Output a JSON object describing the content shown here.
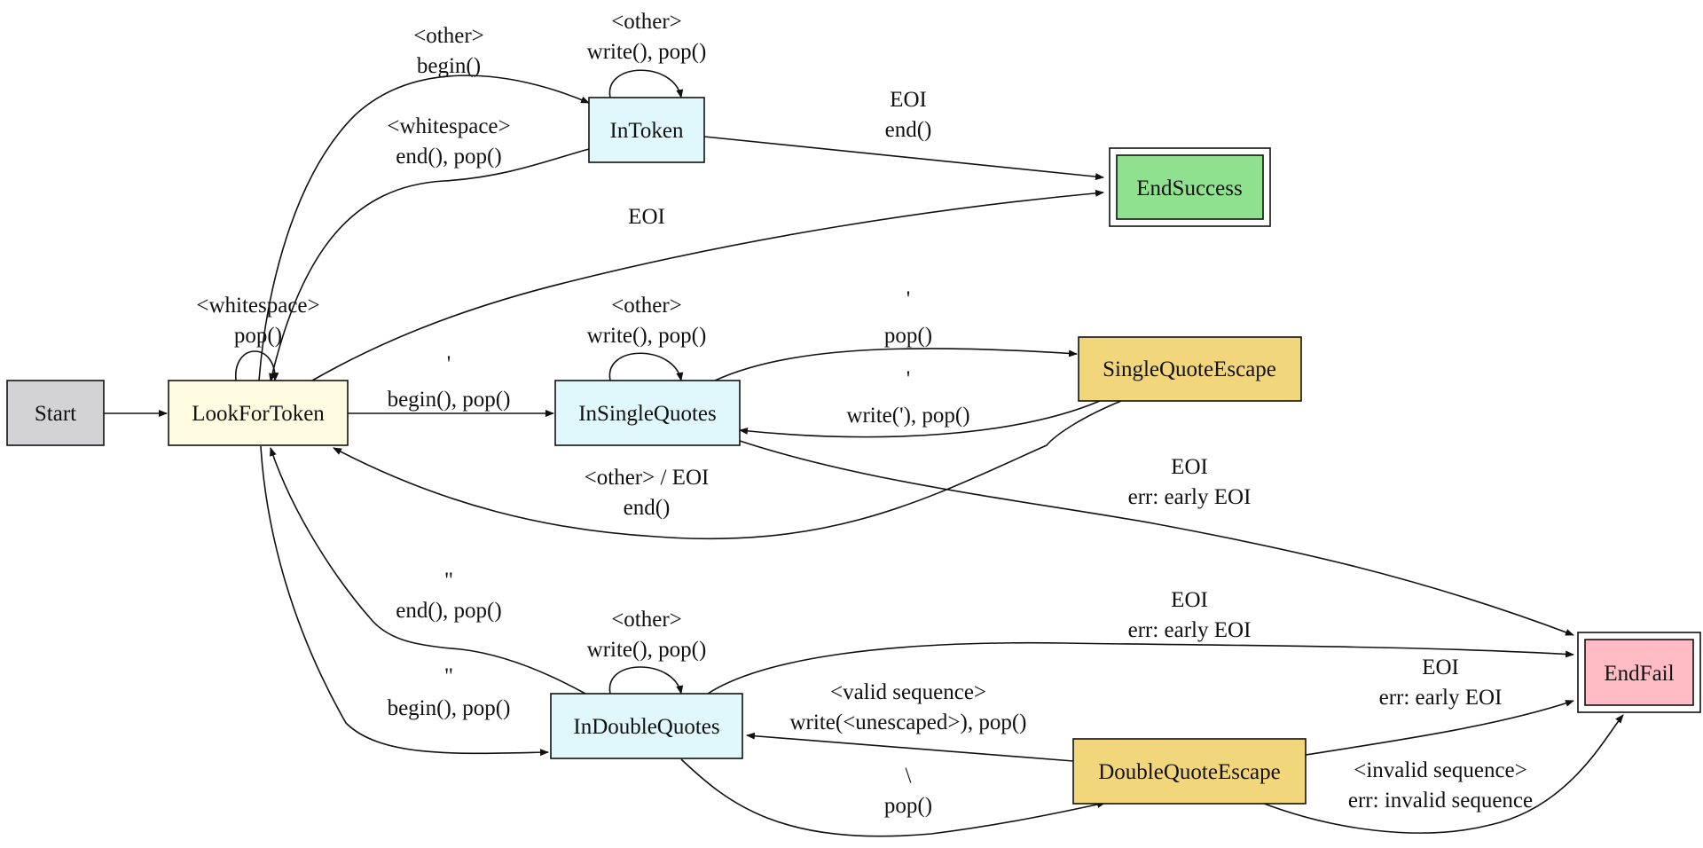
{
  "colors": {
    "start": "#d3d3d6",
    "look": "#fffbe0",
    "state": "#e0f8fc",
    "escape": "#f2d67c",
    "success": "#8fe08f",
    "fail": "#ffbcc5"
  },
  "nodes": {
    "start": "Start",
    "look": "LookForToken",
    "intoken": "InToken",
    "insingle": "InSingleQuotes",
    "indouble": "InDoubleQuotes",
    "sqesc": "SingleQuoteEscape",
    "dqesc": "DoubleQuoteEscape",
    "success": "EndSuccess",
    "fail": "EndFail"
  },
  "edges": {
    "look_intoken": [
      "<other>",
      "begin()"
    ],
    "intoken_look": [
      "<whitespace>",
      "end(), pop()"
    ],
    "intoken_loop": [
      "<other>",
      "write(), pop()"
    ],
    "intoken_success": [
      "EOI",
      "end()"
    ],
    "look_success": [
      "EOI"
    ],
    "look_loop": [
      "<whitespace>",
      "pop()"
    ],
    "look_insingle": [
      "'",
      "begin(), pop()"
    ],
    "insingle_loop": [
      "<other>",
      "write(), pop()"
    ],
    "insingle_sqesc": [
      "'",
      "pop()"
    ],
    "sqesc_insingle": [
      "'",
      "write('), pop()"
    ],
    "sqesc_look": [
      "<other> / EOI",
      "end()"
    ],
    "insingle_fail": [
      "EOI",
      "err: early EOI"
    ],
    "indouble_look": [
      "\"",
      "end(), pop()"
    ],
    "look_indouble": [
      "\"",
      "begin(), pop()"
    ],
    "indouble_loop": [
      "<other>",
      "write(), pop()"
    ],
    "indouble_fail": [
      "EOI",
      "err: early EOI"
    ],
    "dqesc_indouble": [
      "<valid sequence>",
      "write(<unescaped>), pop()"
    ],
    "dqesc_fail_eoi": [
      "EOI",
      "err: early EOI"
    ],
    "indouble_dqesc": [
      "\\",
      "pop()"
    ],
    "dqesc_fail_invalid": [
      "<invalid sequence>",
      "err: invalid sequence"
    ]
  }
}
